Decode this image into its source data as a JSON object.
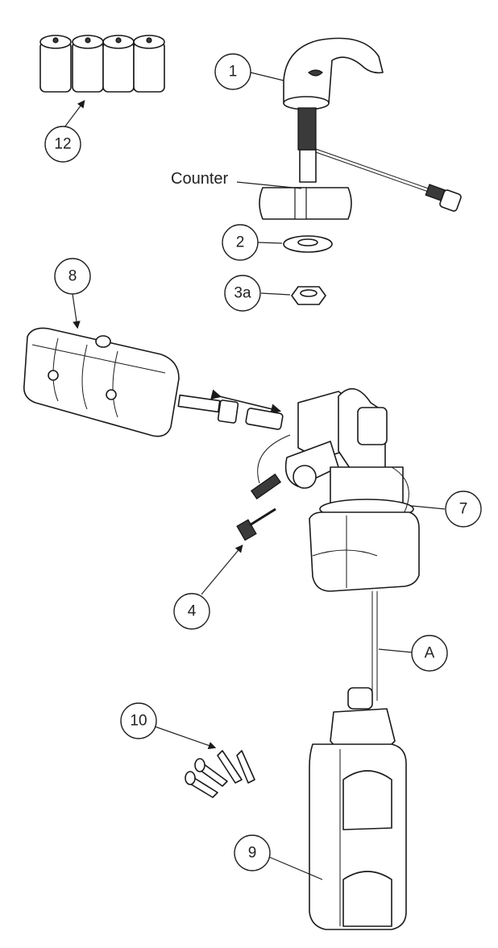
{
  "callouts": {
    "c1": "1",
    "c2": "2",
    "c3a": "3a",
    "c4": "4",
    "c7": "7",
    "c8": "8",
    "c9": "9",
    "c10": "10",
    "c12": "12",
    "cA": "A"
  },
  "labels": {
    "counter": "Counter"
  },
  "colors": {
    "line": "#1a1a1a",
    "background": "#ffffff"
  }
}
